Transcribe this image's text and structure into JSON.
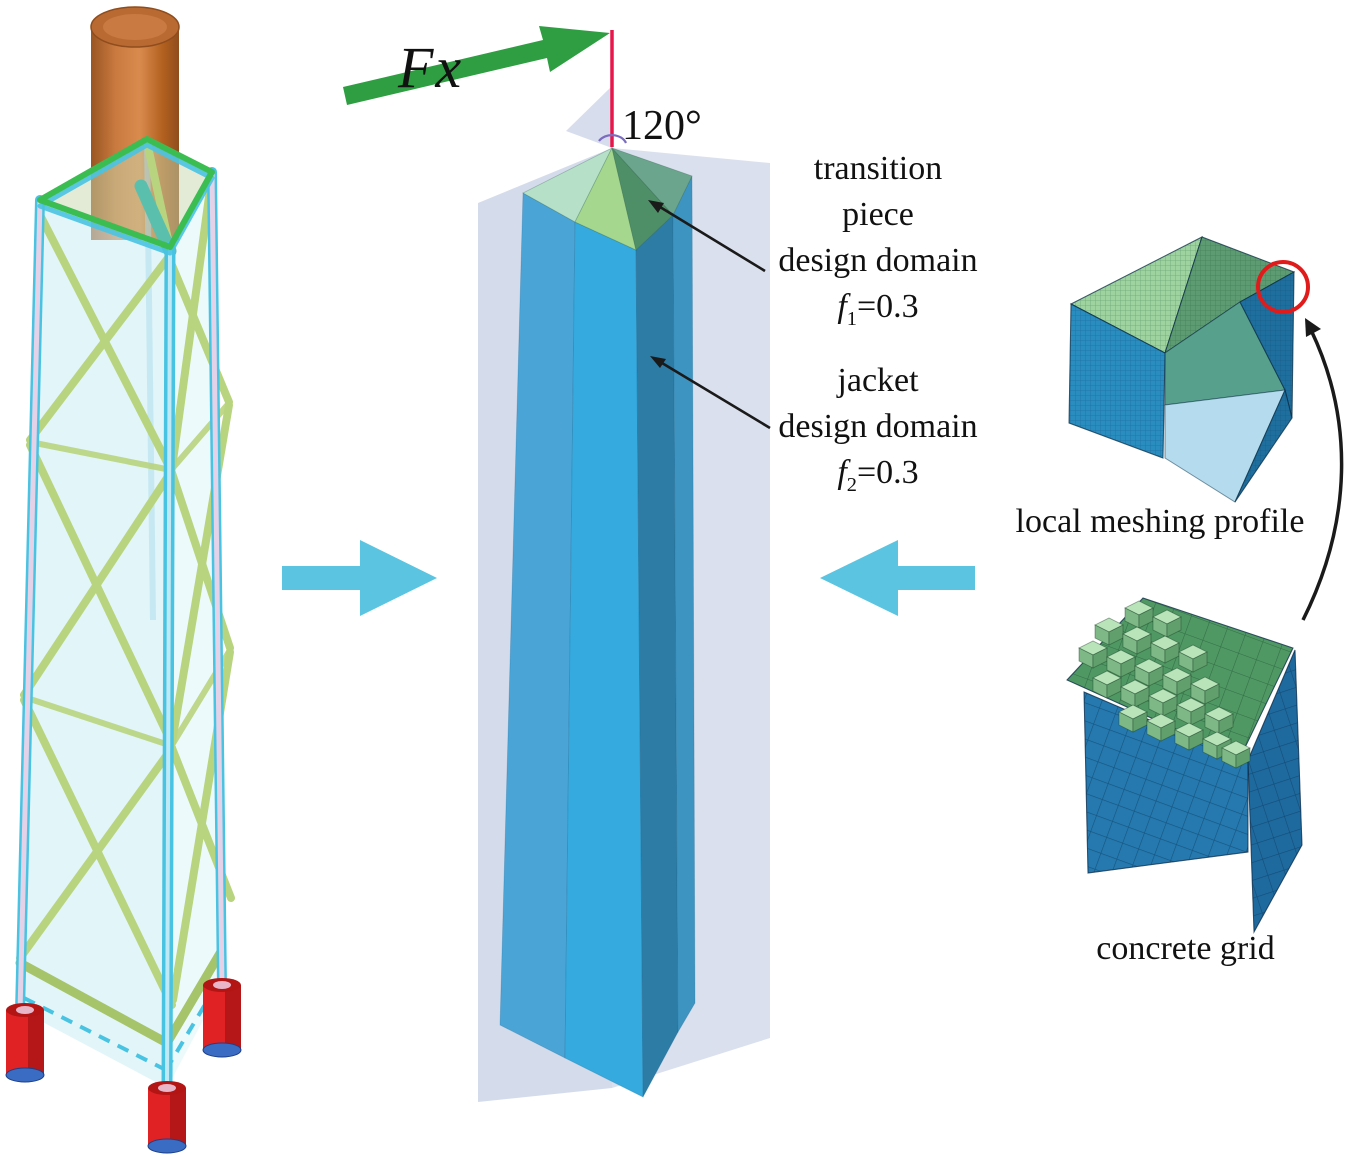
{
  "labels": {
    "force": "Fx",
    "angle": "120°",
    "transition": {
      "line1": "transition",
      "line2": "piece",
      "line3": "design domain",
      "f": "f",
      "sub": "1",
      "eq": "=0.3"
    },
    "jacket": {
      "line1": "jacket",
      "line2": "design domain",
      "f": "f",
      "sub": "2",
      "eq": "=0.3"
    },
    "local_meshing_profile": "local meshing profile",
    "concrete_grid": "concrete grid"
  },
  "colors": {
    "background": "#ffffff",
    "text": "#111111",
    "green_arrow": "#2f9e42",
    "red_line": "#e8174b",
    "arc_purple": "#7b6cc0",
    "cyan_arrow": "#5ac4e1",
    "plane": "#cdd5e8",
    "prism_left": "#4aa4d6",
    "prism_center": "#35aadf",
    "prism_right_dark": "#2c7ca6",
    "prism_right_edge": "#3e94c0",
    "pyramid_mint": "#b7e0c9",
    "pyramid_light": "#a6d78f",
    "pyramid_dark": "#4f8f68",
    "pyramid_teal": "#6ca58d",
    "cyl_main": "#c97a3f",
    "cyl_dark": "#8f4d1d",
    "cyl_light": "#d98b4e",
    "frame_green": "#3cbd52",
    "frame_cyan": "#49c3e2",
    "brace": "#b9d47e",
    "brace_dark": "#a6c46a",
    "leg_pink": "#e3d2e8",
    "pile_red": "#e02224",
    "pile_ring": "#3a6cc4",
    "mesh_blue": "#2a8dc0",
    "mesh_blue_dark": "#1f6f9e",
    "mesh_green_light": "#9ed3a0",
    "mesh_green_dark": "#5d9b72",
    "face_teal": "#57a08b",
    "face_lightblue": "#b4dcee",
    "wall_blue": "#2579ae",
    "wall_blue_dark": "#1e6a9e",
    "slope_green": "#4f9763",
    "cube_green": "#a8dcab",
    "circle_red": "#e01b1b",
    "black": "#1a1a1a"
  }
}
